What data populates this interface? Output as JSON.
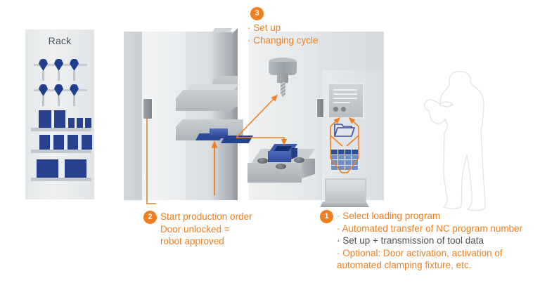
{
  "diagram": {
    "rack": {
      "title": "Rack",
      "hanging_tool_rows": 2,
      "tools_per_row": 3,
      "shelf_rows": 3
    },
    "icons": {
      "door_handle": "door-handle-icon",
      "folder": "folder-icon",
      "keypad": "keypad-icon",
      "monitor": "monitor-icon",
      "laptop": "laptop-icon",
      "spindle": "spindle-tool-icon",
      "workpiece": "workpiece-icon",
      "robot_arm": "robot-arm-icon",
      "operator": "operator-silhouette-icon"
    },
    "callouts": [
      {
        "number": "1",
        "lines": [
          {
            "text": "· Select loading program",
            "style": "orange"
          },
          {
            "text": "· Automated transfer of NC program number",
            "style": "orange"
          },
          {
            "text": "· Set up + transmission of tool data",
            "style": "dark"
          },
          {
            "text": "· Optional: Door activation, activation of",
            "style": "orange"
          },
          {
            "text": "  automated clamping fixture, etc.",
            "style": "orange"
          }
        ]
      },
      {
        "number": "2",
        "lines": [
          {
            "text": "Start production order",
            "style": "orange"
          },
          {
            "text": "Door unlocked =",
            "style": "orange"
          },
          {
            "text": "robot approved",
            "style": "orange"
          }
        ]
      },
      {
        "number": "3",
        "lines": [
          {
            "text": "· Set up",
            "style": "orange"
          },
          {
            "text": "· Changing cycle",
            "style": "orange"
          }
        ]
      }
    ],
    "colors": {
      "accent_orange": "#ef8022",
      "tool_blue": "#27418f",
      "text_dark": "#4b5055",
      "machine_gray": "#c9ced2",
      "background": "#ffffff"
    }
  }
}
